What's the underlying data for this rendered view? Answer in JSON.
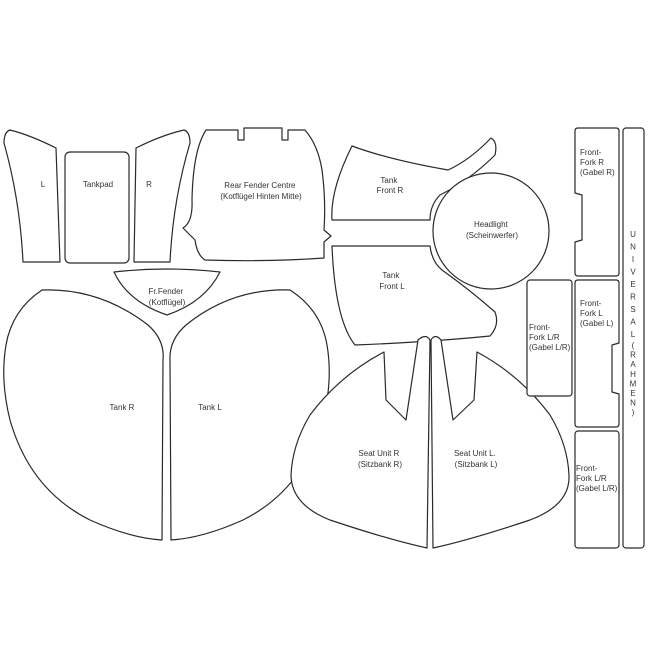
{
  "pieces": {
    "tankpad_left": {
      "label": [
        "L"
      ]
    },
    "tankpad_center": {
      "label": [
        "Tankpad"
      ]
    },
    "tankpad_right": {
      "label": [
        "R"
      ]
    },
    "rear_fender": {
      "label": [
        "Rear Fender Centre",
        "(Kotflügel Hinten Mitte)"
      ]
    },
    "tank_front_r": {
      "label": [
        "Tank",
        "Front R"
      ]
    },
    "tank_front_l": {
      "label": [
        "Tank",
        "Front L"
      ]
    },
    "headlight": {
      "label": [
        "Headlight",
        "(Scheinwerfer)"
      ]
    },
    "front_fender": {
      "label": [
        "Fr.Fender",
        "(Kotflügel)"
      ]
    },
    "tank_r": {
      "label": [
        "Tank R"
      ]
    },
    "tank_l": {
      "label": [
        "Tank L"
      ]
    },
    "seat_unit_r": {
      "label": [
        "Seat Unit R",
        "(Sitzbank R)"
      ]
    },
    "seat_unit_l": {
      "label": [
        "Seat Unit L.",
        "(Sitzbank L)"
      ]
    },
    "front_fork_lr_mid": {
      "label": [
        "Front-",
        "Fork L/R",
        "(Gabel L/R)"
      ]
    },
    "front_fork_r": {
      "label": [
        "Front-",
        "Fork R",
        "(Gabel R)"
      ]
    },
    "front_fork_l": {
      "label": [
        "Front-",
        "Fork L",
        "(Gabel L)"
      ]
    },
    "front_fork_lr_bottom": {
      "label": [
        "Front-",
        "Fork L/R",
        "(Gabel L/R)"
      ]
    },
    "universal_frame": {
      "label": [
        "UNIVERSAL",
        "(RAHMEN)"
      ]
    }
  }
}
